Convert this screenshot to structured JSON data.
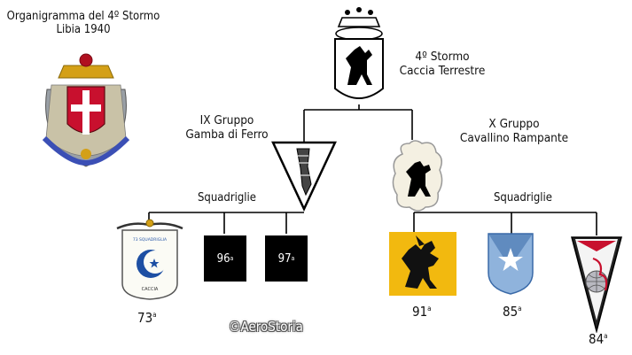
{
  "title": {
    "line1": "Organigramma del 4º Stormo",
    "line2": "Libia 1940"
  },
  "stormo": {
    "name": "4º Stormo",
    "role": "Caccia Terrestre"
  },
  "groups": [
    {
      "name": "IX Gruppo",
      "motto": "Gamba di Ferro",
      "squadrons_label": "Squadriglie"
    },
    {
      "name": "X Gruppo",
      "motto": "Cavallino Rampante",
      "squadrons_label": "Squadriglie"
    }
  ],
  "squadrons": [
    {
      "number": "73",
      "suffix": "a",
      "badge_text": "CACCIA"
    },
    {
      "number": "96",
      "suffix": "a"
    },
    {
      "number": "97",
      "suffix": "a"
    },
    {
      "number": "91",
      "suffix": "a"
    },
    {
      "number": "85",
      "suffix": "a"
    },
    {
      "number": "84",
      "suffix": "a"
    }
  ],
  "watermark": "©AeroStoria",
  "colors": {
    "line": "#000000",
    "yellow": "#f2b90f",
    "blue": "#2a59a8",
    "red": "#c8102e",
    "lightblue": "#8fb3dc"
  }
}
